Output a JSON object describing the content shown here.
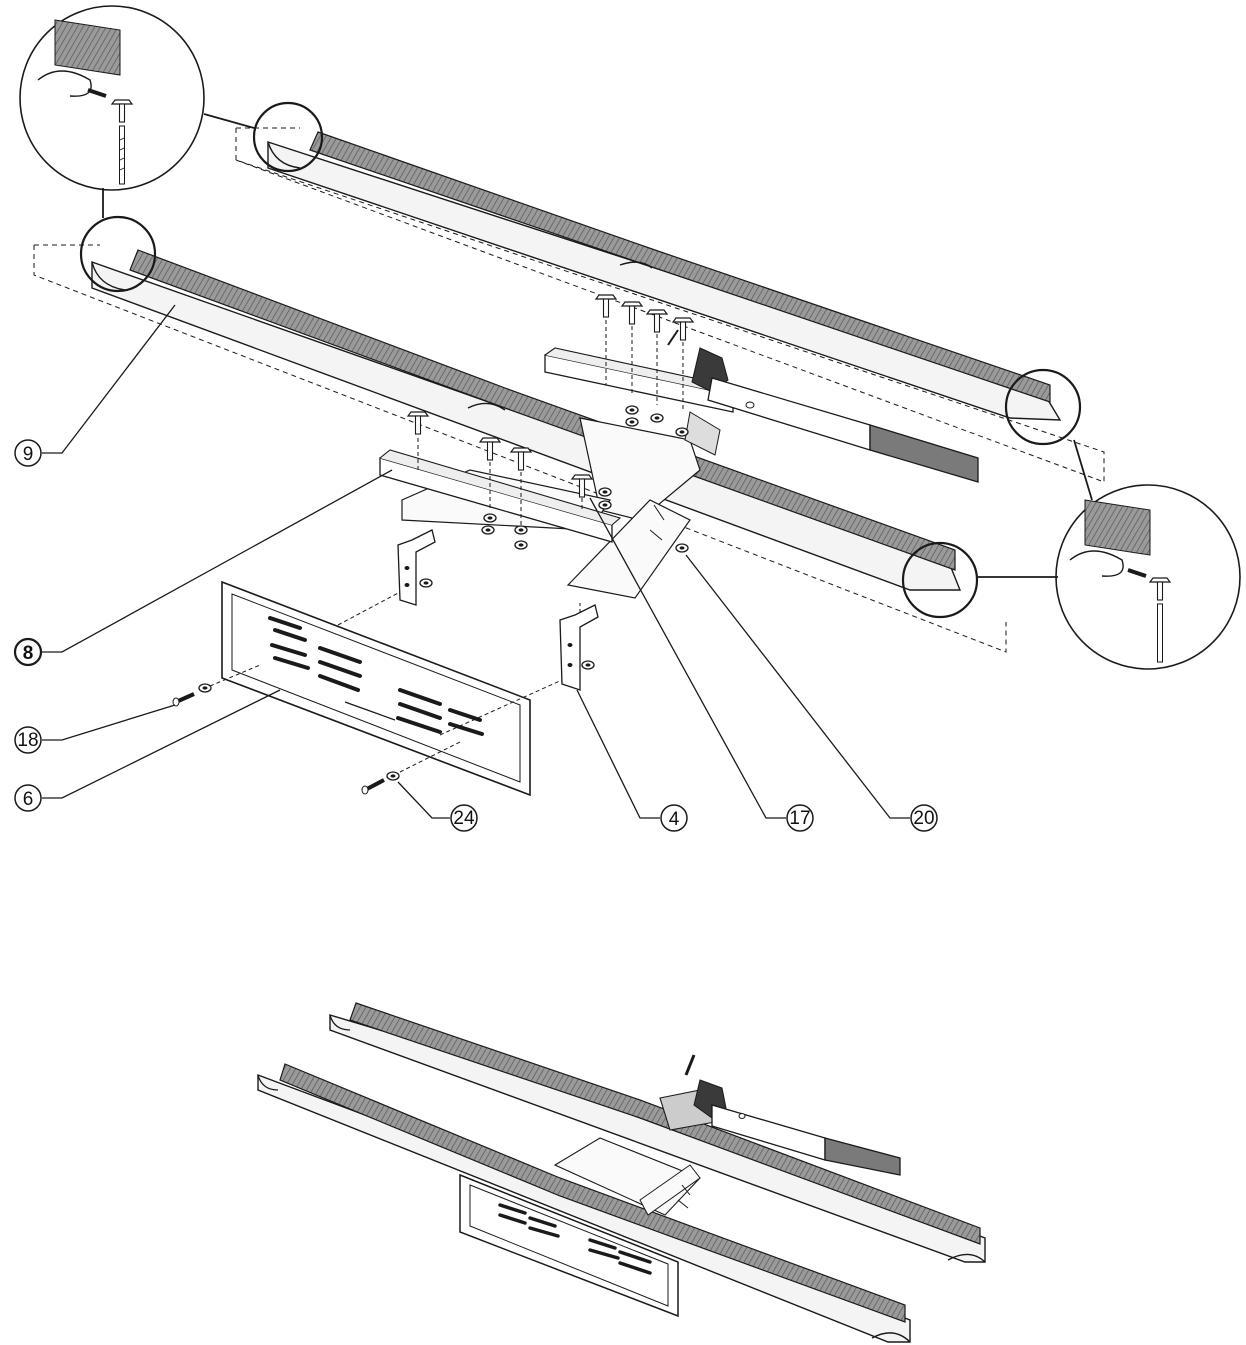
{
  "colors": {
    "ink": "#1a1a1a",
    "rail_fill": "#f2f2f2",
    "rail_texture": "#8a8a8a",
    "grip": "#7a7a7a",
    "paper": "#ffffff"
  },
  "callouts": [
    {
      "id": "9",
      "text": "9"
    },
    {
      "id": "8",
      "text": "8"
    },
    {
      "id": "18",
      "text": "18"
    },
    {
      "id": "6",
      "text": "6"
    },
    {
      "id": "24",
      "text": "24"
    },
    {
      "id": "4",
      "text": "4"
    },
    {
      "id": "17",
      "text": "17"
    },
    {
      "id": "20",
      "text": "20"
    }
  ],
  "icons": [
    "t-bolt-icon",
    "washer-icon",
    "screw-icon",
    "wheel-rail-icon",
    "license-plate-holder-icon",
    "lever-icon"
  ]
}
